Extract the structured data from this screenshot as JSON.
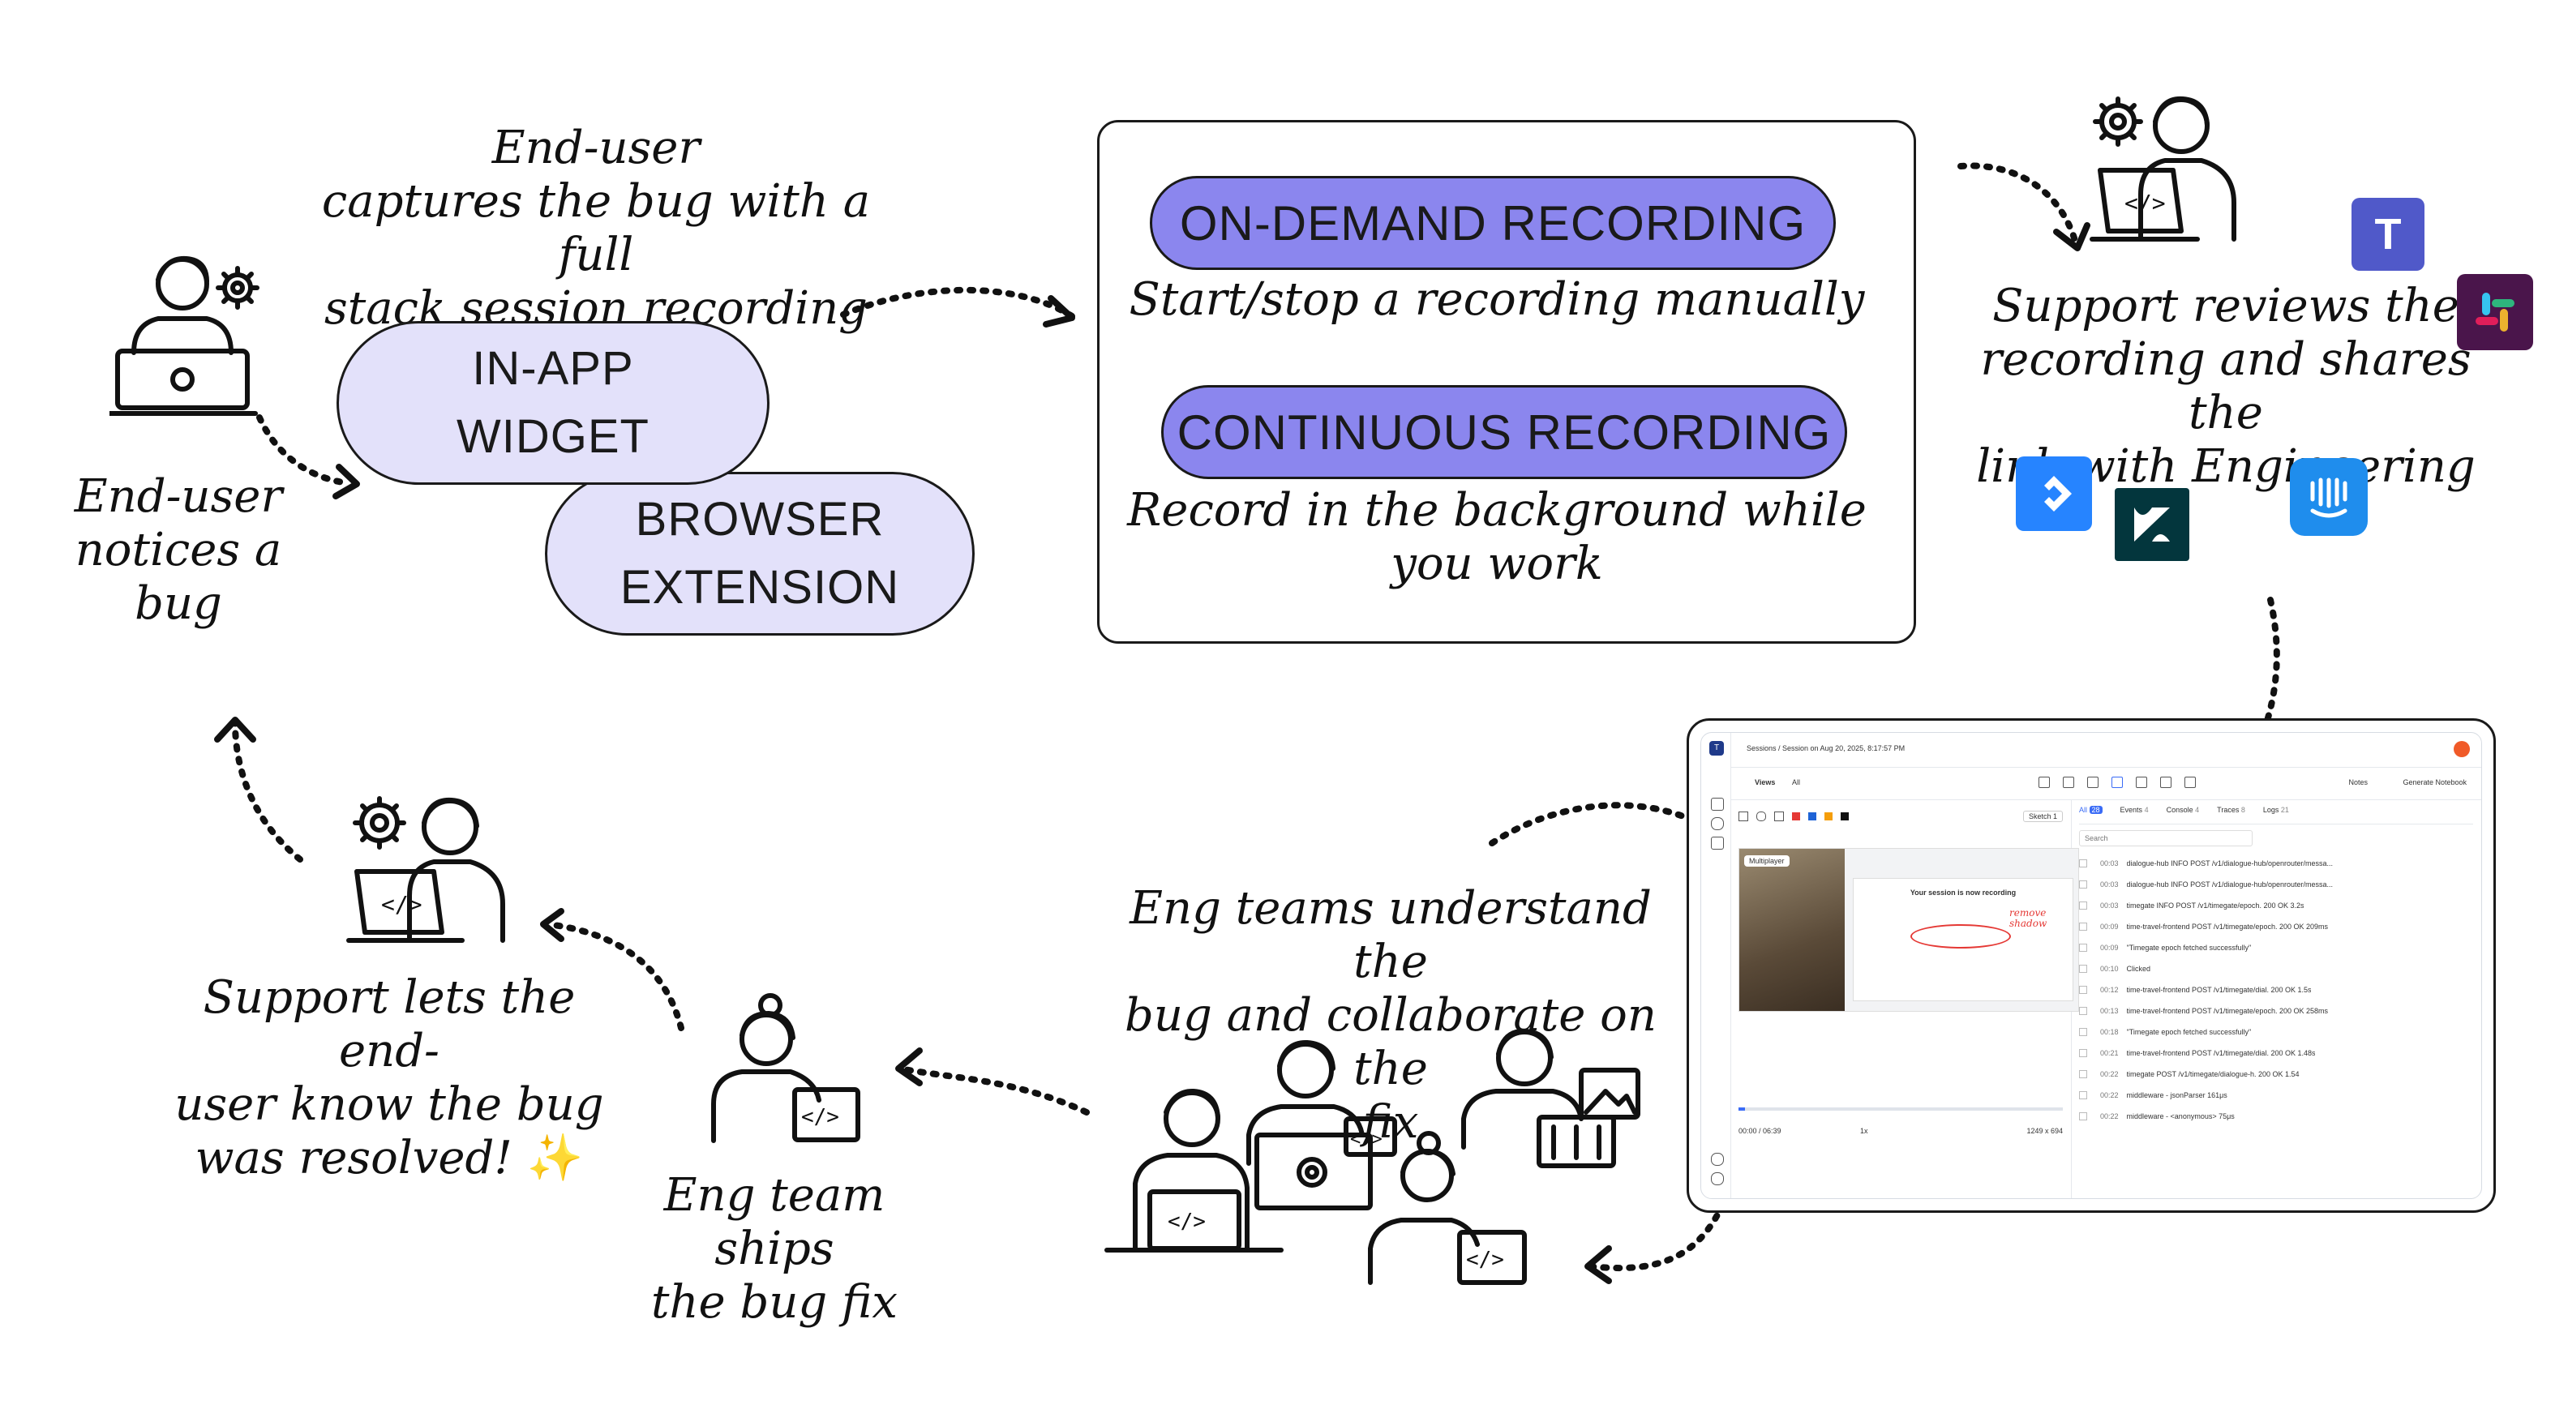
{
  "text": {
    "capture": [
      "End-user",
      "captures the bug with a full",
      "stack session recording"
    ],
    "notices": [
      "End-user",
      "notices a bug"
    ],
    "ondemand_sub": "Start/stop a recording manually",
    "continuous_sub": [
      "Record in the background while",
      "you work"
    ],
    "support_reviews": [
      "Support reviews the",
      "recording and shares the",
      "link with Engineering"
    ],
    "eng_understand": [
      "Eng teams understand the",
      "bug and collaborate on the",
      "fix"
    ],
    "ship": [
      "Eng team ships",
      "the bug fix"
    ],
    "resolved": [
      "Support lets the end-",
      "user know the bug",
      "was resolved!"
    ],
    "sparkle": "✨"
  },
  "pills": {
    "widget": [
      "IN-APP",
      "WIDGET"
    ],
    "extension": [
      "BROWSER",
      "EXTENSION"
    ],
    "ondemand": "ON-DEMAND RECORDING",
    "continuous": "CONTINUOUS RECORDING"
  },
  "colors": {
    "lavender": "#e3e1fa",
    "purple": "#8b86ee",
    "teams": "#5059c9",
    "slack": "#4a154b",
    "jira": "#2684ff",
    "zendesk": "#03363d",
    "intercom": "#1f8ded"
  },
  "icons": {
    "teams": "microsoft-teams-logo",
    "slack": "slack-logo",
    "jira": "jira-logo",
    "zendesk": "zendesk-logo",
    "intercom": "intercom-logo"
  },
  "app": {
    "avatar": "T",
    "breadcrumb": "Sessions  /  Session on Aug 20, 2025, 8:17:57 PM",
    "views": "Views",
    "all": "All",
    "notes": "Notes",
    "generate": "Generate Notebook",
    "sketch": "Sketch 1",
    "tabs": [
      "All",
      "Events",
      "Console",
      "Traces",
      "Logs"
    ],
    "tab_counts": [
      "28",
      "4",
      "4",
      "8",
      "21"
    ],
    "search_placeholder": "Search",
    "player_badge": "Multiplayer",
    "recording_title": "Your session is now recording",
    "annotation": [
      "remove",
      "shadow"
    ],
    "time": "00:00 / 06:39",
    "speed": "1x",
    "res": "1249 x 694",
    "rows": [
      {
        "t": "00:03",
        "text": "dialogue-hub  INFO  POST /v1/dialogue-hub/openrouter/messa..."
      },
      {
        "t": "00:03",
        "text": "dialogue-hub  INFO  POST /v1/dialogue-hub/openrouter/messa..."
      },
      {
        "t": "00:03",
        "text": "timegate  INFO  POST /v1/timegate/epoch.   200 OK  3.2s"
      },
      {
        "t": "00:09",
        "text": "time-travel-frontend  POST /v1/timegate/epoch.  200 OK  209ms"
      },
      {
        "t": "00:09",
        "text": "\"Timegate epoch fetched successfully\""
      },
      {
        "t": "00:10",
        "text": "Clicked"
      },
      {
        "t": "00:12",
        "text": "time-travel-frontend  POST /v1/timegate/dial.  200 OK  1.5s"
      },
      {
        "t": "00:13",
        "text": "time-travel-frontend  POST /v1/timegate/epoch.  200 OK  258ms"
      },
      {
        "t": "00:18",
        "text": "\"Timegate epoch fetched successfully\""
      },
      {
        "t": "00:21",
        "text": "time-travel-frontend  POST /v1/timegate/dial.  200 OK  1.48s"
      },
      {
        "t": "00:22",
        "text": "timegate  POST /v1/timegate/dialogue-h.  200 OK  1.54"
      },
      {
        "t": "00:22",
        "text": "middleware - jsonParser  161μs"
      },
      {
        "t": "00:22",
        "text": "middleware - <anonymous>  75μs"
      }
    ]
  }
}
